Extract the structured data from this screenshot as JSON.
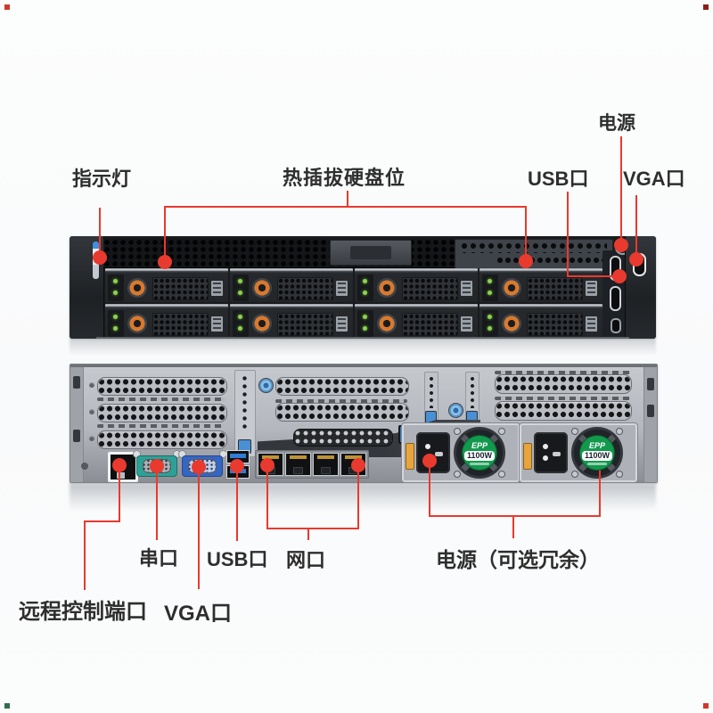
{
  "front_view": {
    "labels": {
      "indicator": "指示灯",
      "hotswap_bays": "热插拔硬盘位",
      "usb": "USB口",
      "vga": "VGA口",
      "power": "电源"
    }
  },
  "rear_view": {
    "labels": {
      "serial": "串口",
      "usb": "USB口",
      "lan": "网口",
      "psu": "电源（可选冗余）",
      "remote": "远程控制端口",
      "vga": "VGA口"
    },
    "psu_badge": {
      "brand": "EPP",
      "watt": "1100W"
    }
  },
  "colors": {
    "annotation": "#e83a2e"
  }
}
